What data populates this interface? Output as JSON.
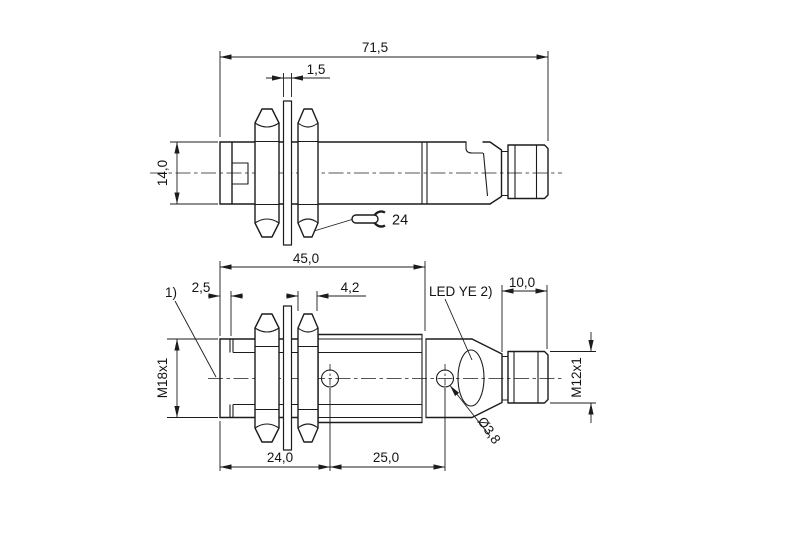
{
  "drawing": {
    "kind": "sensor dimensional drawing",
    "line_color": "#1c1c1c",
    "background_color": "#ffffff",
    "top_view": {
      "overall_length": "71,5",
      "washer_thickness": "1,5",
      "body_height": "14,0",
      "wrench_size": "24"
    },
    "bottom_view": {
      "barrel_length": "45,0",
      "tip_length": "2,5",
      "nut_thickness": "4,2",
      "led_label": "LED YE 2)",
      "connector_length": "10,0",
      "thread_spec": "M18x1",
      "connector_thread_spec": "M12x1",
      "footnote_ref": "1)",
      "hole_diameter": "Ø3,8",
      "face_to_hole1": "24,0",
      "hole1_to_hole2": "25,0"
    }
  }
}
